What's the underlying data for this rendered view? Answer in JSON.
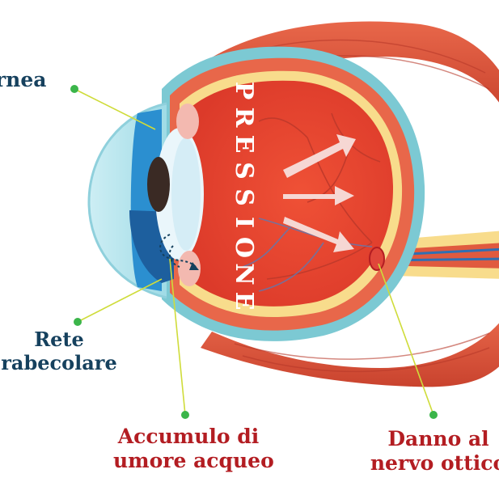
{
  "labels": {
    "cornea": "rnea",
    "rete_line1": "Rete",
    "rete_line2": "rabecolare",
    "accumulo_line1": "Accumulo di",
    "accumulo_line2": "umore acqueo",
    "danno_line1": "Danno al",
    "danno_line2": "nervo ottico"
  },
  "pressure_letters": [
    "P",
    "R",
    "E",
    "S",
    "S",
    "I",
    "O",
    "N",
    "E"
  ],
  "colors": {
    "label_blue": "#16415e",
    "label_red": "#b31d22",
    "leader_line": "#cfdc3a",
    "leader_dot": "#3bb54a",
    "muscle": "#dd5a3f",
    "sclera_outer": "#7cc9d3",
    "retina_yellow": "#f8dc8c",
    "vitreous": "#e7402f",
    "cornea": "#b7e6ef",
    "iris_blue": "#2b8fd0",
    "lens": "#eaf6fb",
    "pupil": "#3a2a24",
    "arrow": "#f6d7d3"
  }
}
